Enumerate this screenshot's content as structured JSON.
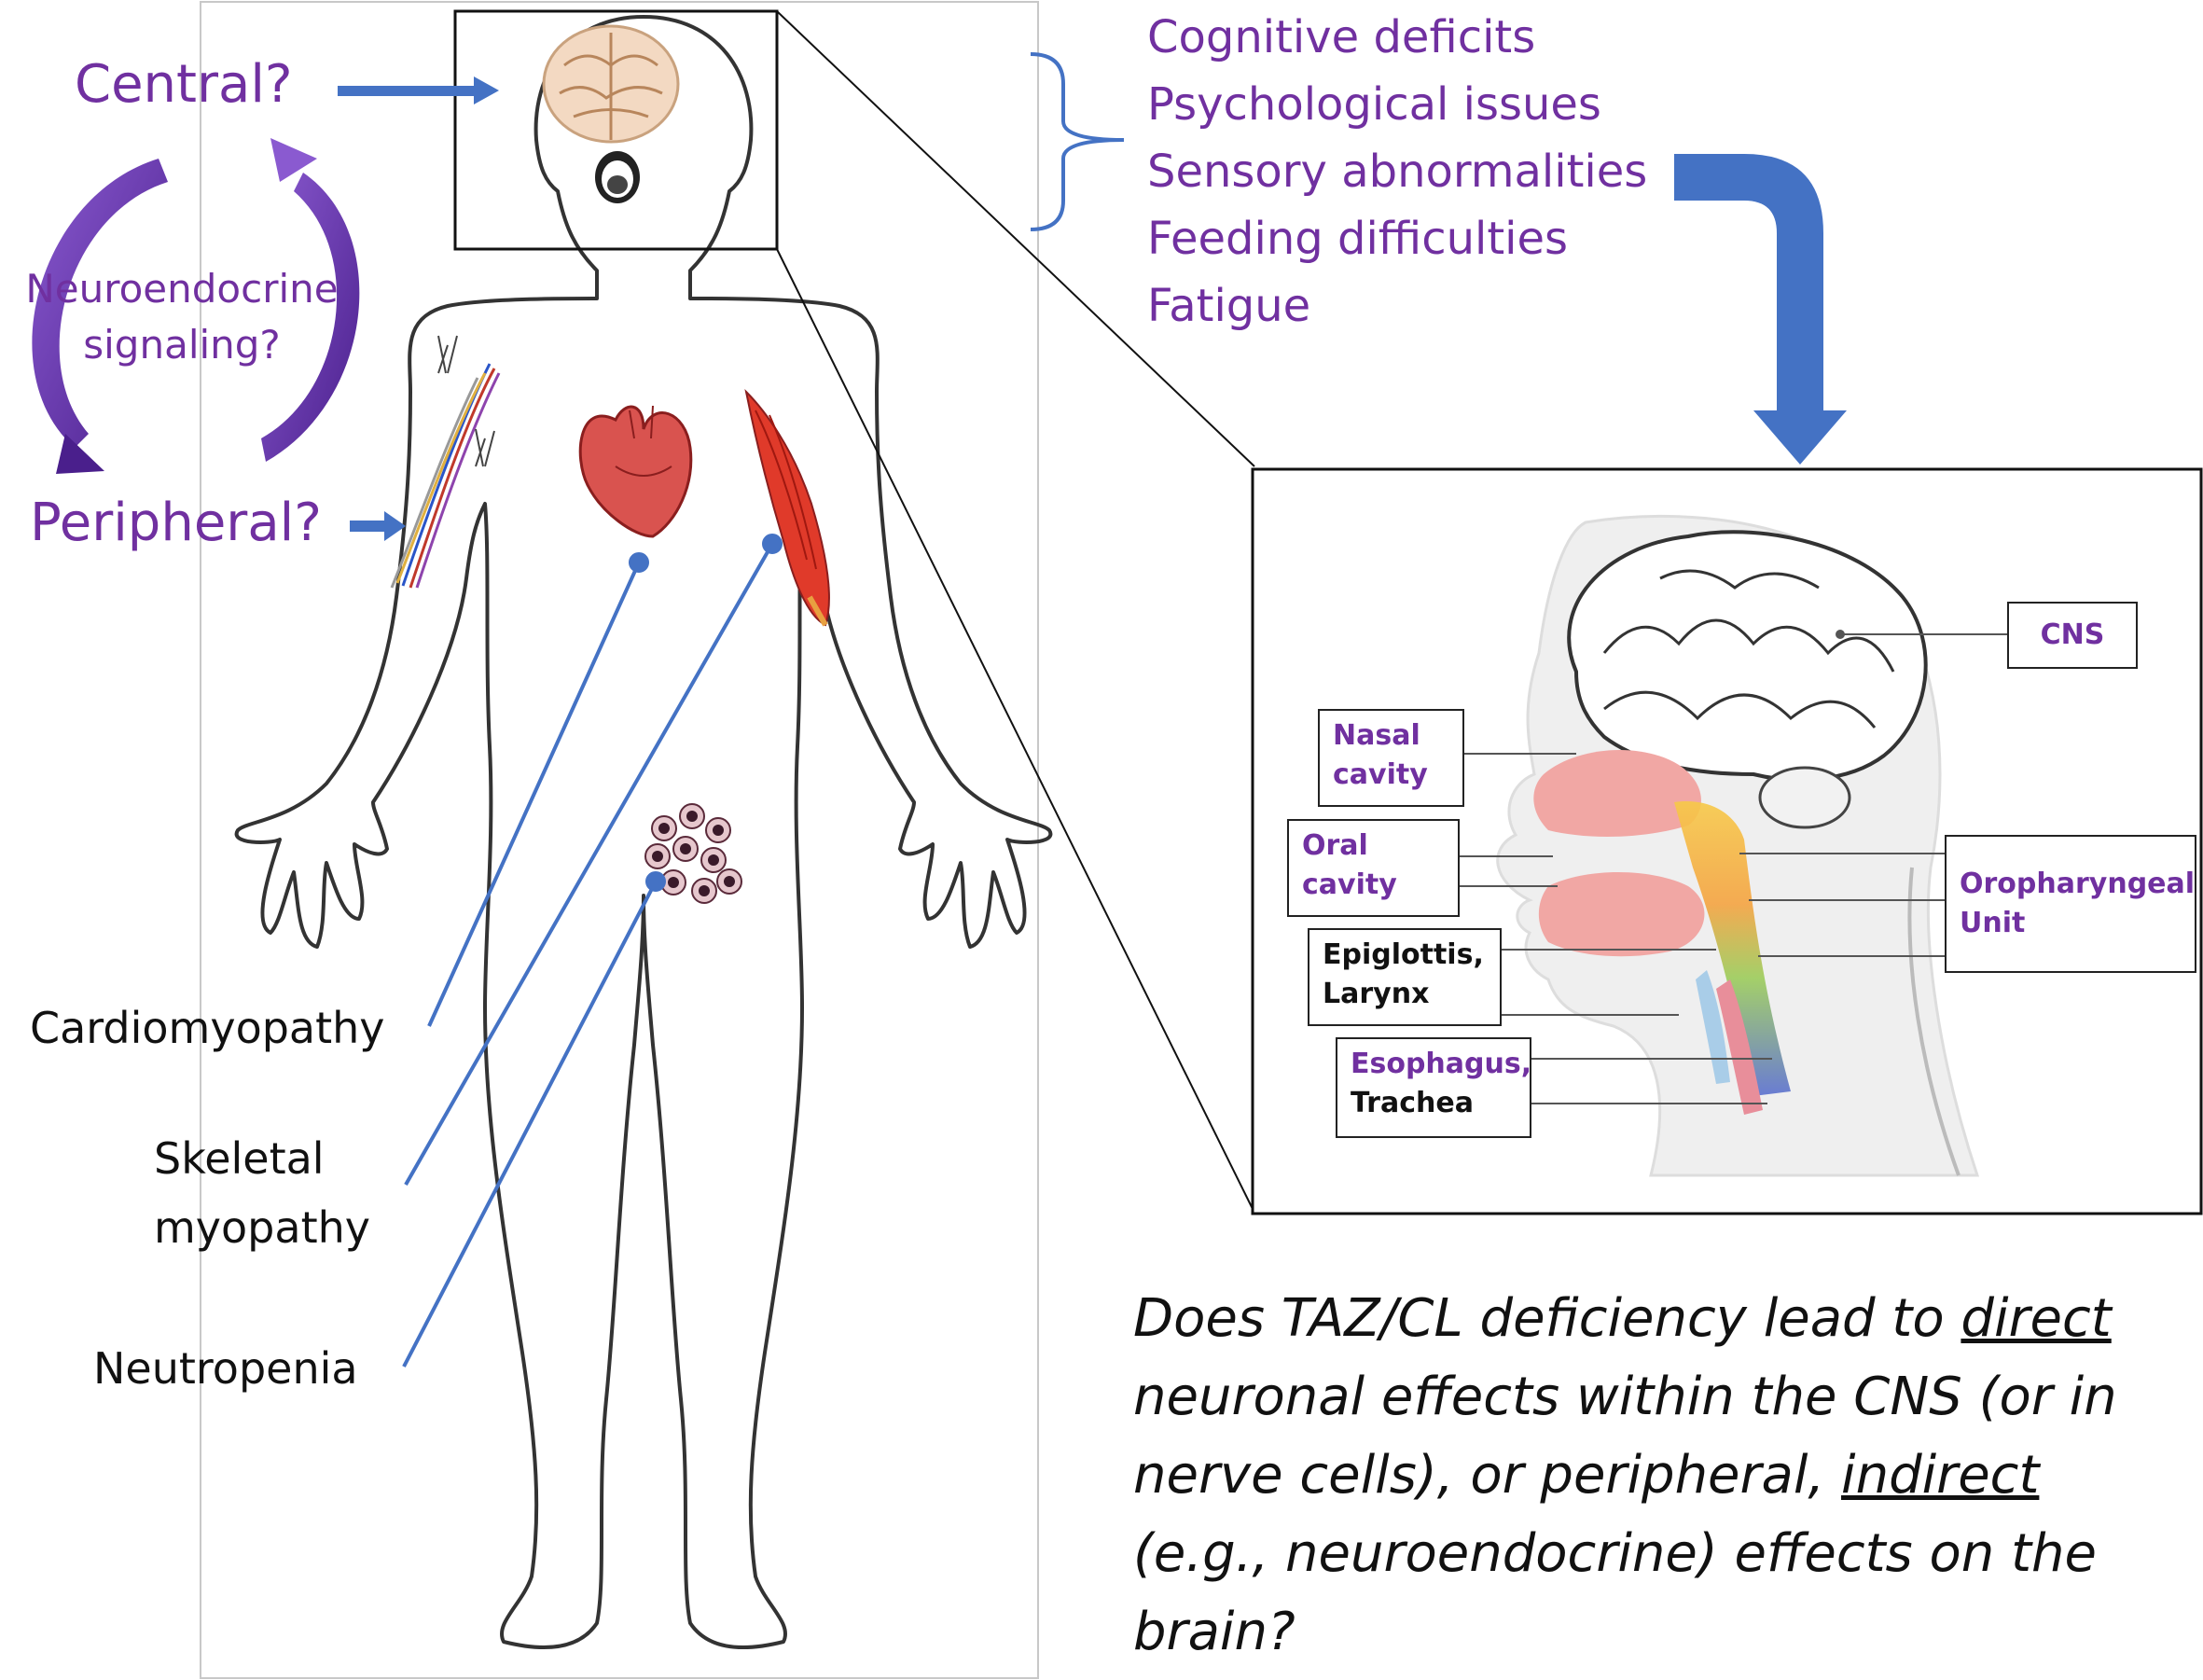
{
  "labels": {
    "central": "Central?",
    "peripheral": "Peripheral?",
    "neuroendocrine_line1": "Neuroendocrine",
    "neuroendocrine_line2": "signaling?",
    "cardiomyopathy": "Cardiomyopathy",
    "skeletal_line1": "Skeletal",
    "skeletal_line2": "myopathy",
    "neutropenia": "Neutropenia"
  },
  "symptoms": [
    "Cognitive deficits",
    "Psychological issues",
    "Sensory abnormalities",
    "Feeding difficulties",
    "Fatigue"
  ],
  "head_boxes": {
    "cns": "CNS",
    "nasal_line1": "Nasal",
    "nasal_line2": "cavity",
    "oral_line1": "Oral",
    "oral_line2": "cavity",
    "epiglottis_line1": "Epiglottis,",
    "epiglottis_line2": "Larynx",
    "esophagus_line1": "Esophagus,",
    "esophagus_line2": "Trachea",
    "oropharyngeal_line1": "Oropharyngeal",
    "oropharyngeal_line2": "Unit"
  },
  "question": {
    "part1": "Does TAZ/CL deficiency lead to ",
    "direct": "direct",
    "part2": " neuronal effects within the CNS (or in nerve cells), or peripheral, ",
    "indirect": "indirect",
    "part3": " (e.g., neuroendocrine) effects on the brain?"
  },
  "colors": {
    "purple_text": "#7030a0",
    "blue_arrow": "#4472c4",
    "curved_arrow": "#6a3aa8"
  }
}
